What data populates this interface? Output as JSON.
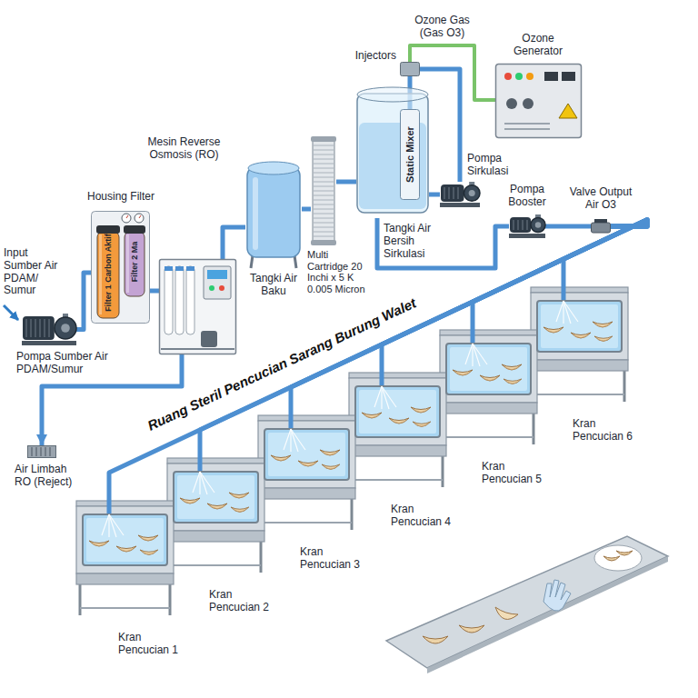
{
  "diagram": {
    "title": "Ruang Steril Pencucian Sarang Burung Walet",
    "nodes": [
      {
        "text": [
          "Pompa Sumber Air PDAM/Sumur"
        ]
      },
      {
        "text": [
          "Housing Filter"
        ]
      },
      {
        "text": [
          "Filter 1 Carbon Aktif"
        ],
        "in": 1
      },
      {
        "text": [
          "Filter 2 Ma"
        ],
        "in": 1
      },
      {
        "text": [
          "Mesin Reverse Osmosis (RO)"
        ]
      },
      {
        "text": [
          "Tangki Air Baku"
        ]
      },
      {
        "text": [
          "Multi Cartridge 20 Inchi x 5 K 0.005 Micron"
        ]
      },
      {
        "text": [
          "Tangki Air Bersih Sirkulasi"
        ]
      },
      {
        "text": [
          "Static Mixer"
        ],
        "in": 7
      },
      {
        "text": [
          "Injectors"
        ]
      },
      {
        "text": [
          "Pompa Sirkulasi"
        ]
      },
      {
        "text": [
          "Ozone Generator"
        ]
      },
      {
        "text": [
          "Pompa Booster"
        ]
      },
      {
        "text": [
          "Valve Output Air O3"
        ]
      },
      {
        "text": [
          "Kran Pencucian 1"
        ]
      },
      {
        "text": [
          "Kran Pencucian 2"
        ]
      },
      {
        "text": [
          "Kran Pencucian 3"
        ]
      },
      {
        "text": [
          "Kran Pencucian 4"
        ]
      },
      {
        "text": [
          "Kran Pencucian 5"
        ]
      },
      {
        "text": [
          "Kran Pencucian 6"
        ]
      },
      {
        "text": [
          "Air Limbah RO (Reject)"
        ]
      }
    ],
    "edges": [
      {
        "from": 0,
        "to": 1,
        "arrow": "none"
      },
      {
        "from": 1,
        "to": 4,
        "arrow": "none"
      },
      {
        "from": 4,
        "to": 5,
        "arrow": "none"
      },
      {
        "from": 5,
        "to": 6,
        "arrow": "none"
      },
      {
        "from": 6,
        "to": 7,
        "arrow": "none"
      },
      {
        "from": 7,
        "to": 10,
        "arrow": "none"
      },
      {
        "from": 10,
        "to": 9,
        "arrow": "none"
      },
      {
        "from": 11,
        "to": 9,
        "label": "Ozone Gas (Gas O3)",
        "arrow": "none"
      },
      {
        "from": 9,
        "to": 8,
        "arrow": "none"
      },
      {
        "from": 7,
        "to": 12,
        "arrow": "none"
      },
      {
        "from": 12,
        "to": 13,
        "arrow": "none"
      },
      {
        "from": 13,
        "to": 14,
        "arrow": "none"
      },
      {
        "from": 13,
        "to": 15,
        "arrow": "none"
      },
      {
        "from": 13,
        "to": 16,
        "arrow": "none"
      },
      {
        "from": 13,
        "to": 17,
        "arrow": "none"
      },
      {
        "from": 13,
        "to": 18,
        "arrow": "none"
      },
      {
        "from": 13,
        "to": 19,
        "arrow": "none"
      },
      {
        "from": 4,
        "to": 20,
        "arrow": "to"
      }
    ],
    "labels": [
      "Input Sumber Air PDAM/ Sumur"
    ]
  }
}
